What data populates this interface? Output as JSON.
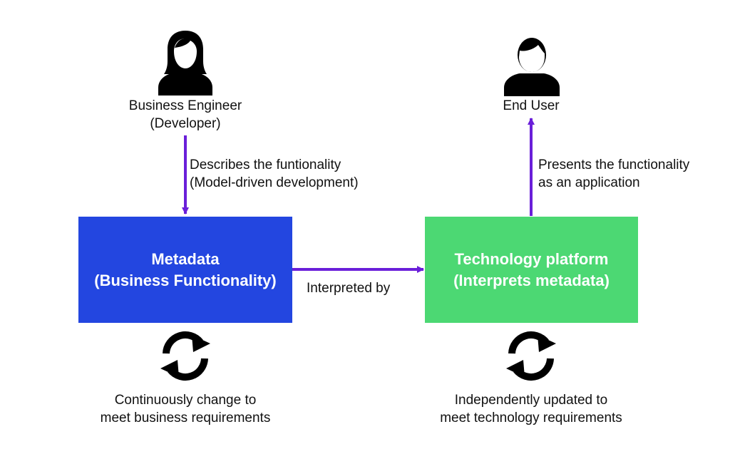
{
  "colors": {
    "arrow": "#6a1fd9",
    "metadata_box": "#2346e0",
    "platform_box": "#4cd873",
    "icon": "#000000"
  },
  "developer": {
    "icon": "female-person-icon",
    "line1": "Business Engineer",
    "line2": "(Developer)"
  },
  "end_user": {
    "icon": "male-person-icon",
    "line1": "End User"
  },
  "arrow_labels": {
    "describes_line1": "Describes the funtionality",
    "describes_line2": "(Model-driven development)",
    "interpreted": "Interpreted by",
    "presents_line1": "Presents the functionality",
    "presents_line2": "as an application"
  },
  "metadata_box": {
    "line1": "Metadata",
    "line2": "(Business Functionality)"
  },
  "platform_box": {
    "line1": "Technology platform",
    "line2": "(Interprets metadata)"
  },
  "metadata_note": {
    "icon": "refresh-cycle-icon",
    "line1": "Continuously change to",
    "line2": "meet business requirements"
  },
  "platform_note": {
    "icon": "refresh-cycle-icon",
    "line1": "Independently updated to",
    "line2": "meet technology requirements"
  }
}
